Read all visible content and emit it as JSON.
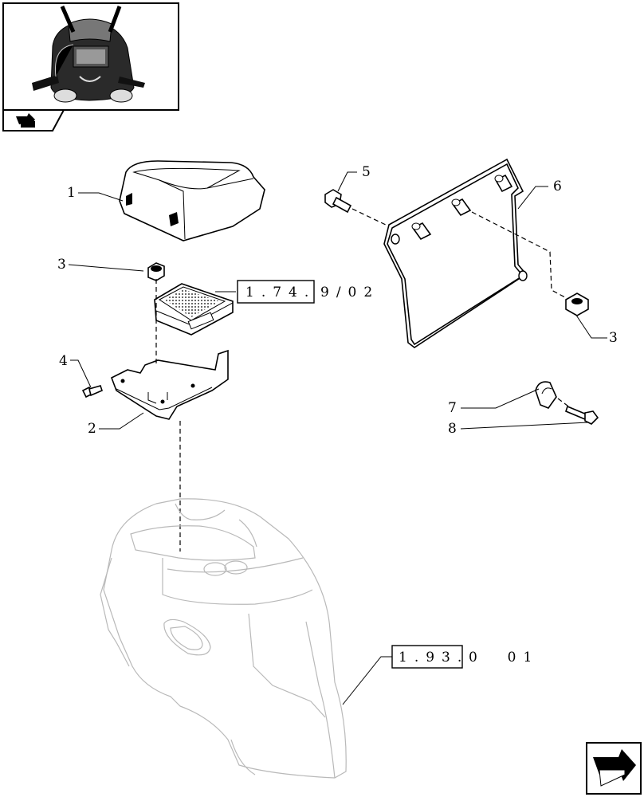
{
  "callouts": {
    "c1": "1",
    "c2": "2",
    "c3a": "3",
    "c3b": "3",
    "c4": "4",
    "c5": "5",
    "c6": "6",
    "c7": "7",
    "c8": "8"
  },
  "references": {
    "ref1": {
      "boxed": "1.74.",
      "rest": "9/02"
    },
    "ref2": {
      "boxed": "1.93.",
      "rest": "0  01"
    }
  },
  "icons": {
    "thumbnail": "tractor-cab-thumbnail",
    "thumb_nav": "page-forward-arrow-icon",
    "next_page": "next-page-arrow-icon"
  }
}
